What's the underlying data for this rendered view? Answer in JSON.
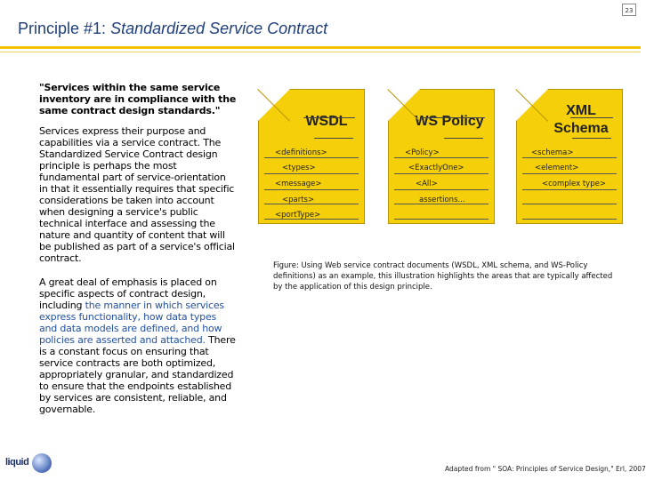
{
  "slide_number": "23",
  "title": {
    "prefix": "Principle #1: ",
    "emphasis": "Standardized Service Contract"
  },
  "left": {
    "quote": "\"Services within the same service inventory are in compliance with the same contract design standards.\"",
    "para1": "Services express their purpose and capabilities via a service contract. The Standardized Service Contract design principle is perhaps the most fundamental part of service-orientation in that it essentially requires that specific considerations be taken into account when designing a service's public technical interface and assessing the nature and quantity of content that will be published as part of a service's official contract.",
    "para2_before": "A great deal of emphasis is placed on specific aspects of contract design, including ",
    "para2_highlight": "the manner in which services express functionality, how data types and data models are defined, and how policies are asserted and attached.",
    "para2_after": " There is a constant focus on ensuring that service contracts are both optimized, appropriately granular, and standardized to ensure that the endpoints established by services are consistent, reliable, and governable."
  },
  "documents": [
    {
      "title_line1": "WSDL",
      "title_line2": "",
      "lines": [
        "<definitions>",
        "<types>",
        "<message>",
        "<parts>",
        "<portType>"
      ]
    },
    {
      "title_line1": "WS Policy",
      "title_line2": "",
      "lines": [
        "<Policy>",
        "<ExactlyOne>",
        "<All>",
        "assertions..."
      ]
    },
    {
      "title_line1": "XML",
      "title_line2": "Schema",
      "lines": [
        "<schema>",
        "<element>",
        "<complex type>"
      ]
    }
  ],
  "caption": "Figure: Using Web service contract documents (WSDL, XML schema, and WS-Policy definitions) as an example, this illustration highlights the areas that are typically affected by the application of this design principle.",
  "footer": "Adapted from \" SOA: Principles of Service Design,\" Erl, 2007",
  "logo": {
    "text": "liquid",
    "icon": "liquid-logo-icon"
  },
  "colors": {
    "title": "#1f3f7a",
    "highlight": "#2350a0",
    "document": "#f5cf0a",
    "rule": "#f2c200"
  }
}
